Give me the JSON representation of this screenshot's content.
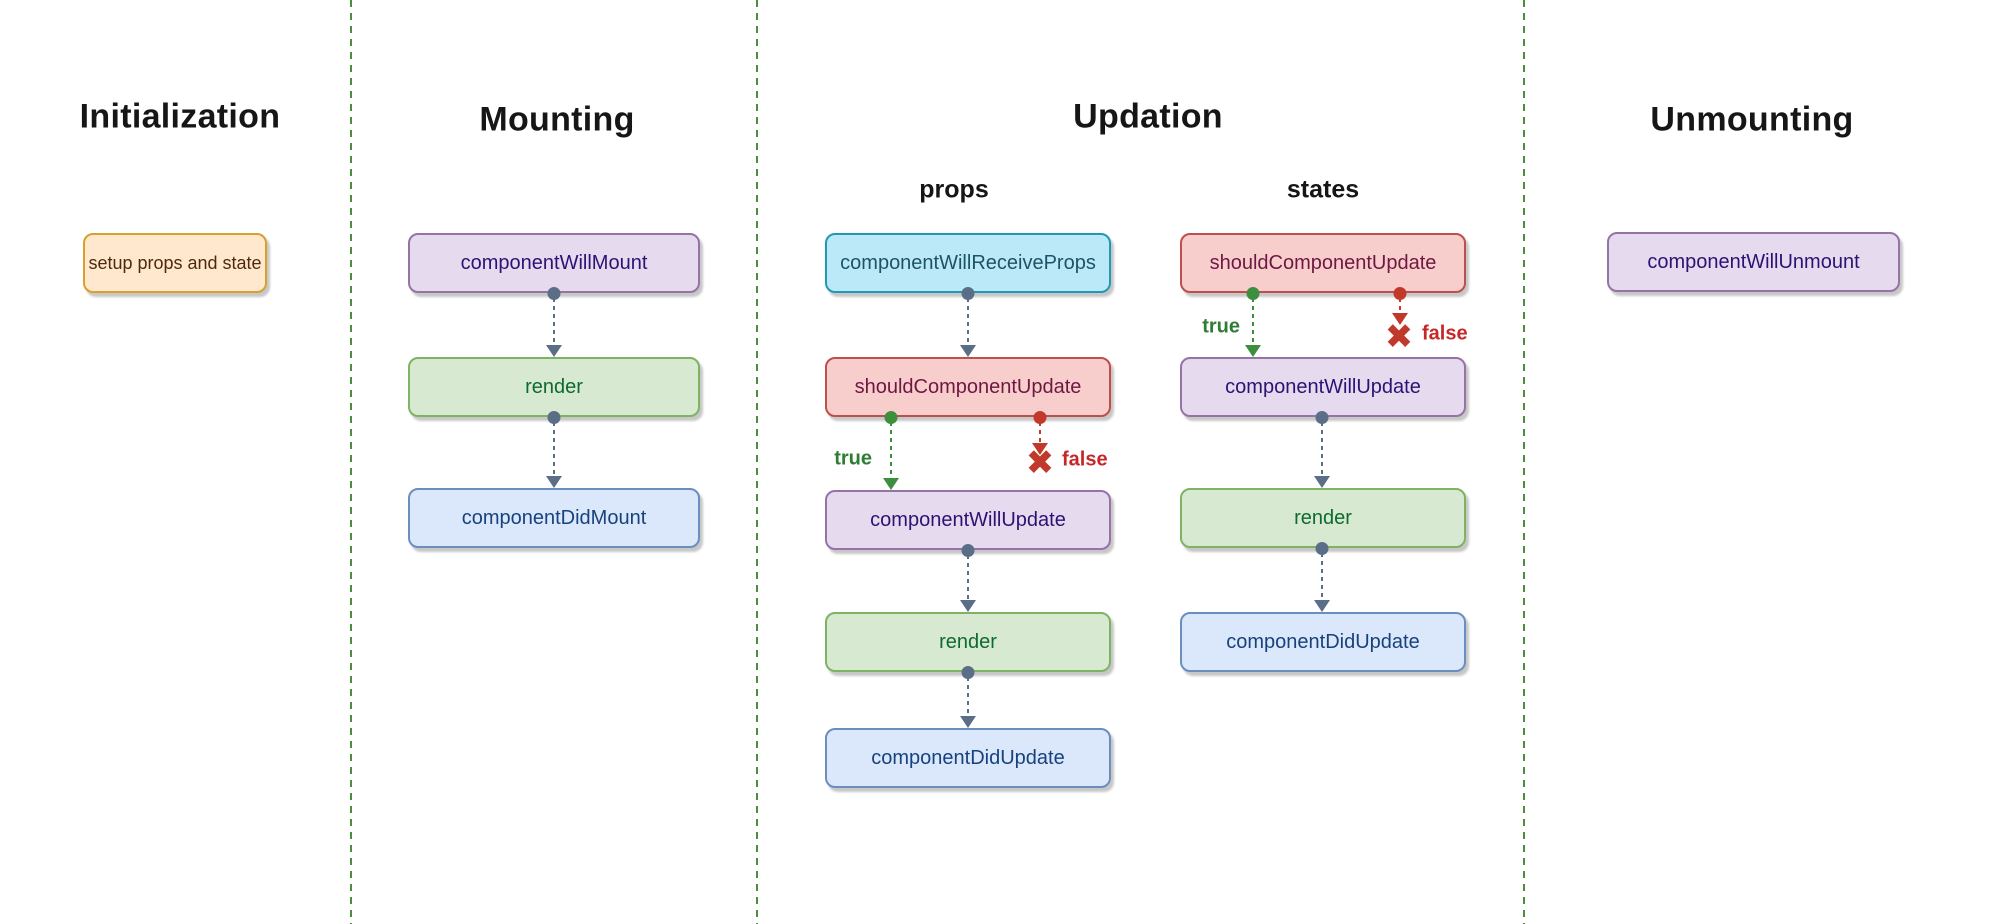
{
  "phases": {
    "initialization": {
      "title": "Initialization"
    },
    "mounting": {
      "title": "Mounting"
    },
    "updation": {
      "title": "Updation",
      "sub_columns": {
        "props": "props",
        "states": "states"
      }
    },
    "unmounting": {
      "title": "Unmounting"
    }
  },
  "nodes": {
    "setup": "setup props and state",
    "will_mount": "componentWillMount",
    "render": "render",
    "did_mount": "componentDidMount",
    "will_receive_props": "componentWillReceiveProps",
    "should_update": "shouldComponentUpdate",
    "will_update": "componentWillUpdate",
    "did_update": "componentDidUpdate",
    "will_unmount": "componentWillUnmount"
  },
  "branches": {
    "true_label": "true",
    "false_label": "false"
  },
  "icons": {
    "x_mark": "✖"
  },
  "colors": {
    "background": "#ffffff",
    "divider_green": "#4e8c3f",
    "arrow_slate": "#5b6e87",
    "arrow_true_green": "#3d8f3d",
    "arrow_false_red": "#c0392b",
    "label_true_green": "#2e7d32",
    "label_false_red": "#c62828",
    "title_text": "#161616",
    "node_styles": {
      "orange": {
        "fill": "#ffe8cd",
        "stroke": "#d7a02f",
        "text": "#4d2a0e"
      },
      "purple": {
        "fill": "#e6daee",
        "stroke": "#9673a6",
        "text": "#2d1273"
      },
      "green": {
        "fill": "#d7e9d0",
        "stroke": "#7fb364",
        "text": "#0d6b2f"
      },
      "blue": {
        "fill": "#dbe8fb",
        "stroke": "#6c8ebf",
        "text": "#17427c"
      },
      "cyan": {
        "fill": "#bce9f7",
        "stroke": "#1f9ab0",
        "text": "#1d5368"
      },
      "red": {
        "fill": "#f8cecc",
        "stroke": "#bd4f4c",
        "text": "#6e1742"
      }
    }
  }
}
